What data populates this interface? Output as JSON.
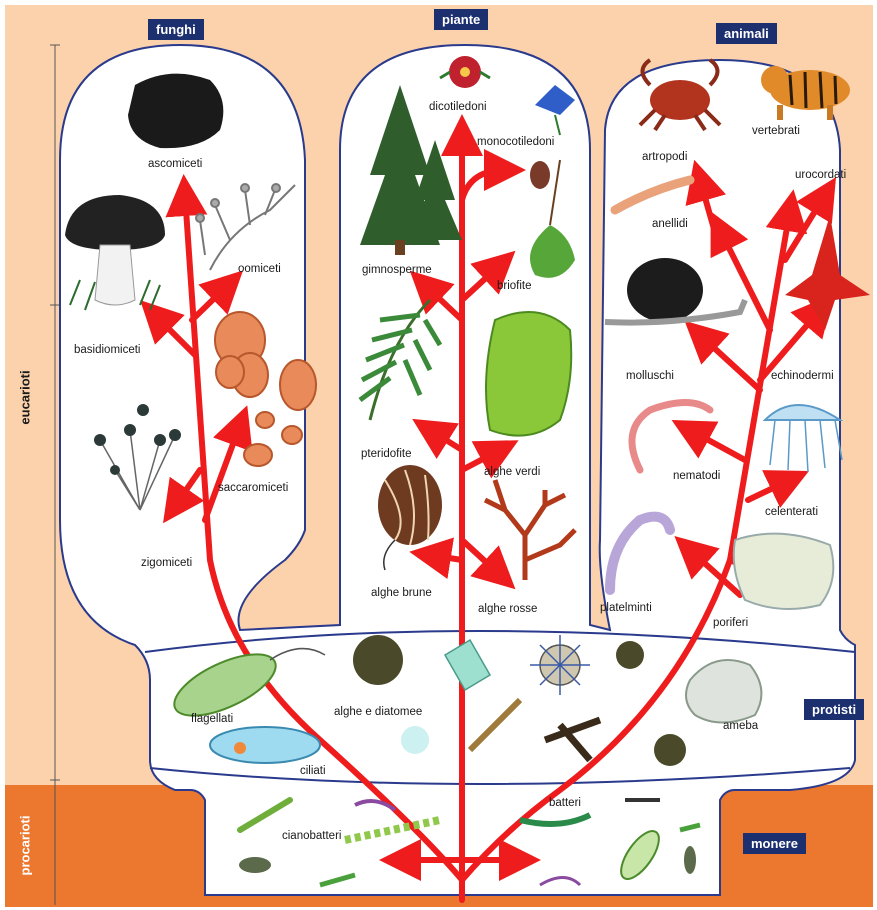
{
  "kingdoms": {
    "funghi": "funghi",
    "piante": "piante",
    "animali": "animali",
    "protisti": "protisti",
    "monere": "monere"
  },
  "domains": {
    "eucarioti": "eucarioti",
    "procarioti": "procarioti"
  },
  "labels": {
    "ascomiceti": "ascomiceti",
    "oomiceti": "oomiceti",
    "basidiomiceti": "basidiomiceti",
    "saccaromiceti": "saccaromiceti",
    "zigomiceti": "zigomiceti",
    "dicotiledoni": "dicotiledoni",
    "monocotiledoni": "monocotiledoni",
    "gimnosperme": "gimnosperme",
    "briofite": "briofite",
    "pteridofite": "pteridofite",
    "alghe_verdi": "alghe verdi",
    "alghe_brune": "alghe brune",
    "alghe_rosse": "alghe rosse",
    "artropodi": "artropodi",
    "vertebrati": "vertebrati",
    "urocordati": "urocordati",
    "anellidi": "anellidi",
    "molluschi": "molluschi",
    "echinodermi": "echinodermi",
    "nematodi": "nematodi",
    "celenterati": "celenterati",
    "platelminti": "platelminti",
    "poriferi": "poriferi",
    "flagellati": "flagellati",
    "alghe_diatomee": "alghe e diatomee",
    "ameba": "ameba",
    "ciliati": "ciliati",
    "batteri": "batteri",
    "cianobatteri": "cianobatteri"
  },
  "colors": {
    "background": "#fbd2ac",
    "prokaryote_band": "#ec7830",
    "tree": "#ee1c1c",
    "outline": "#2a3a8c",
    "label_box": "#1c2f6e"
  }
}
